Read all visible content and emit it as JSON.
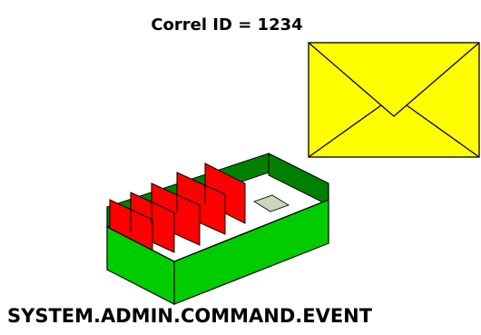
{
  "message": {
    "correl_label": "Correl ID = 1234",
    "icon": "envelope-icon",
    "envelope_color": "#ffff00"
  },
  "queue": {
    "name": "SYSTEM.ADMIN.COMMAND.EVENT",
    "icon": "message-box-icon",
    "box_color": "#00cc00",
    "box_dark_color": "#008000",
    "card_color": "#ff0000",
    "card_count": 5
  }
}
